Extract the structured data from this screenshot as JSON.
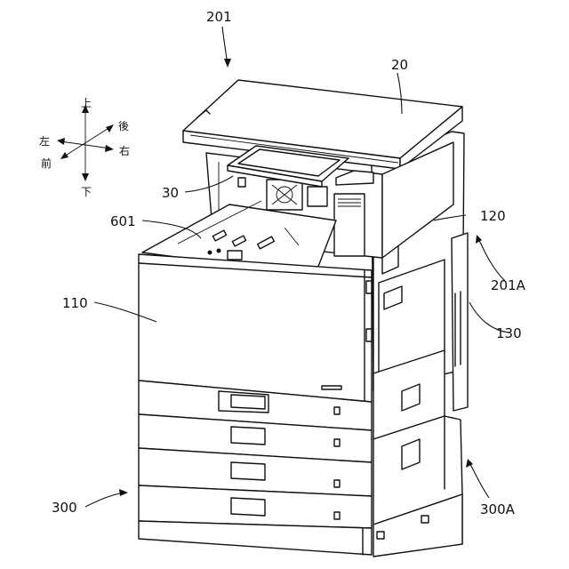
{
  "labels": {
    "machine": "201",
    "document_feeder": "20",
    "operation_panel": "30",
    "output_tray": "601",
    "front_cover": "110",
    "side_cover": "120",
    "rear_unit": "201A",
    "side_panel": "130",
    "paper_feed_unit": "300",
    "paper_feed_side": "300A"
  },
  "directions": {
    "up": "上",
    "down": "下",
    "left": "左",
    "right": "右",
    "front": "前",
    "back": "後"
  }
}
